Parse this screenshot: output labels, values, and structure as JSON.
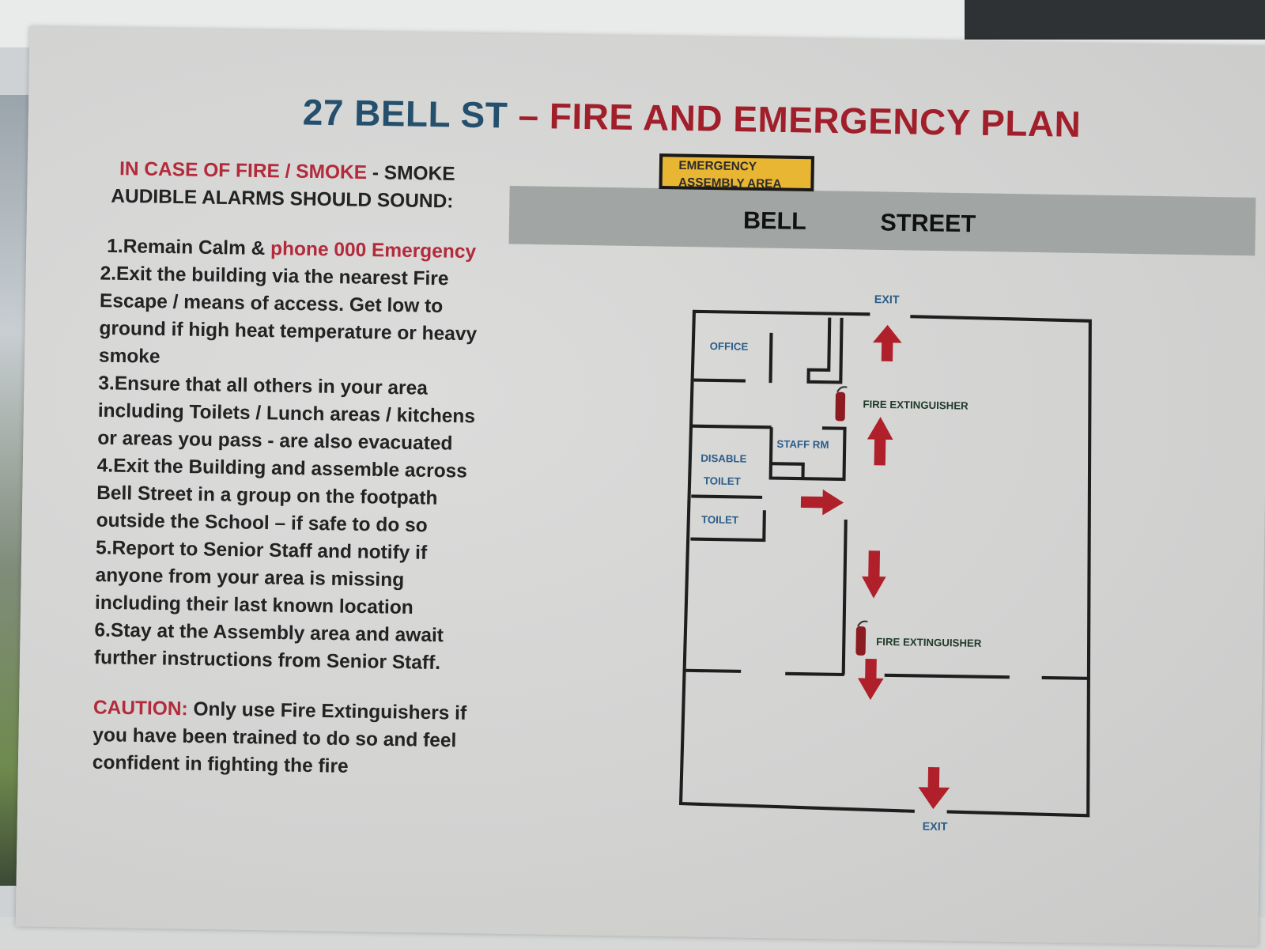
{
  "title": {
    "part1": "27 BELL ST",
    "part2": "– FIRE AND EMERGENCY PLAN"
  },
  "instructions": {
    "heading_red": "IN CASE OF FIRE / SMOKE",
    "heading_dark": " - SMOKE",
    "heading_line2": "AUDIBLE ALARMS SHOULD SOUND:",
    "item1_a": "1.Remain Calm & ",
    "item1_b": "phone 000 Emergency",
    "item2": [
      "2.Exit the building via the nearest Fire",
      "Escape / means of access. Get low to",
      "ground if high heat temperature or heavy",
      "smoke"
    ],
    "item3": [
      "3.Ensure that all others in your area",
      "including Toilets / Lunch areas / kitchens",
      "or areas you pass - are also evacuated"
    ],
    "item4": [
      "4.Exit the Building and assemble across",
      "Bell Street in a group on the footpath",
      "outside the School – if safe to do so"
    ],
    "item5": [
      "5.Report to Senior Staff and notify if",
      "anyone from your area is missing",
      "including their last known location"
    ],
    "item6": [
      "6.Stay at the Assembly area and await",
      "further instructions from Senior Staff."
    ],
    "caution_label": "CAUTION:",
    "caution_text": [
      " Only use Fire Extinguishers if",
      "you have been trained to do so and feel",
      "confident in fighting the fire"
    ]
  },
  "map": {
    "assembly_line1": "EMERGENCY",
    "assembly_line2": "ASSEMBLY AREA",
    "street_word1": "BELL",
    "street_word2": "STREET",
    "exit_top": "EXIT",
    "exit_bottom": "EXIT",
    "office": "OFFICE",
    "staff_room": "STAFF RM",
    "disable_line1": "DISABLE",
    "disable_line2": "TOILET",
    "toilet": "TOILET",
    "extinguisher_1": "FIRE EXTINGUISHER",
    "extinguisher_2": "FIRE EXTINGUISHER"
  },
  "colors": {
    "title_blue": "#24506e",
    "red": "#a11f2a",
    "arrow": "#b0202a",
    "room_label": "#2a5d8a",
    "assembly": "#e9b634",
    "street": "#a1a6a5"
  }
}
